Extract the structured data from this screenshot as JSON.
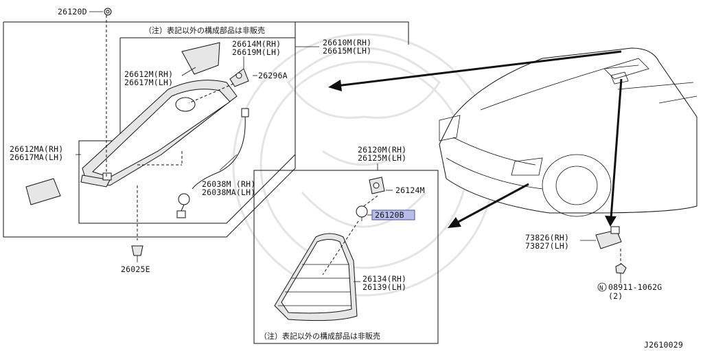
{
  "notes": {
    "top_box": "（注）表記以外の構成部品は非販売",
    "bottom_box": "（注）表記以外の構成部品は非販売"
  },
  "labels": {
    "p26120D": "26120D",
    "p26610M": "26610M(RH)",
    "p26615M": "26615M(LH)",
    "p26614M": "26614M(RH)",
    "p26619M": "26619M(LH)",
    "p26612M": "26612M(RH)",
    "p26617M": "26617M(LH)",
    "p26296A": "26296A",
    "p26612MA": "26612MA(RH)",
    "p26617MA": "26617MA(LH)",
    "p26038M": "26038M (RH)",
    "p26038MA": "26038MA(LH)",
    "p26025E": "26025E",
    "p26120M": "26120M(RH)",
    "p26125M": "26125M(LH)",
    "p26124M": "26124M",
    "p26120B": "26120B",
    "p26134": "26134(RH)",
    "p26139": "26139(LH)",
    "p73826": "73826(RH)",
    "p73827": "73827(LH)",
    "p08911_prefix": "N",
    "p08911": "08911-1062G",
    "p08911_qty": "(2)",
    "diagram_code": "J2610029"
  },
  "highlight_color": "#b7bde8",
  "highlight_border": "#4a4fa8"
}
